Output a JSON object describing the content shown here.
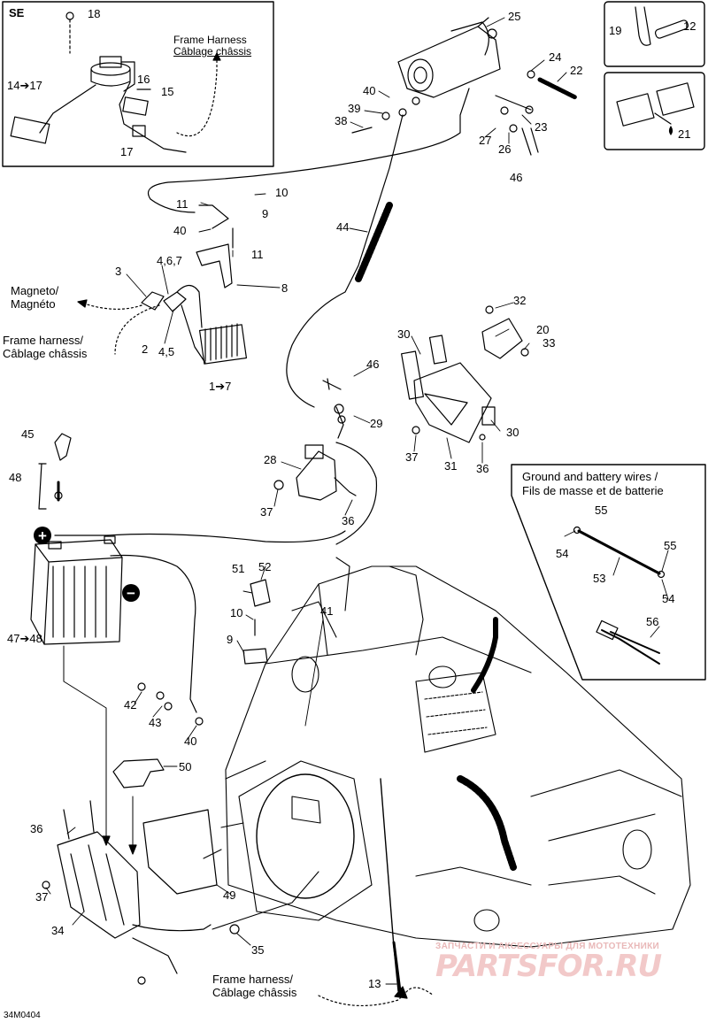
{
  "inset_se": {
    "badge": "SE",
    "frame_harness_en": "Frame Harness",
    "frame_harness_fr": "Câblage châssis",
    "parts": [
      "18",
      "14➔17",
      "16",
      "15",
      "17"
    ]
  },
  "inset_tie": {
    "parts": [
      "19",
      "12"
    ]
  },
  "inset_connector": {
    "parts": [
      "21"
    ]
  },
  "inset_ground": {
    "title_en": "Ground and battery wires /",
    "title_fr": "Fils de masse et de batterie",
    "parts": [
      "55",
      "55",
      "54",
      "53",
      "54",
      "56"
    ]
  },
  "callouts": {
    "magneto_en": "Magneto/",
    "magneto_fr": "Magnéto",
    "frame_harness_en": "Frame harness/",
    "frame_harness_fr": "Câblage châssis",
    "frame_harness_bottom_en": "Frame harness/",
    "frame_harness_bottom_fr": "Câblage châssis"
  },
  "parts": {
    "p25": "25",
    "p24": "24",
    "p22": "22",
    "p23": "23",
    "p40a": "40",
    "p39": "39",
    "p38": "38",
    "p27": "27",
    "p26": "26",
    "p46a": "46",
    "p10a": "10",
    "p11a": "11",
    "p9a": "9",
    "p40b": "40",
    "p11b": "11",
    "p8": "8",
    "p44": "44",
    "p3": "3",
    "p487": "4,6,7",
    "p2": "2",
    "p45b": "4,5",
    "p17r": "1➔7",
    "p32": "32",
    "p20": "20",
    "p33": "33",
    "p30a": "30",
    "p46b": "46",
    "p29": "29",
    "p30b": "30",
    "p37a": "37",
    "p31": "31",
    "p36a": "36",
    "p28": "28",
    "p37b": "37",
    "p36b": "36",
    "p45": "45",
    "p48": "48",
    "p4748": "47➔48",
    "p51": "51",
    "p52": "52",
    "p10b": "10",
    "p9b": "9",
    "p41": "41",
    "p42": "42",
    "p43": "43",
    "p40c": "40",
    "p50": "50",
    "p36c": "36",
    "p37c": "37",
    "p49": "49",
    "p34": "34",
    "p35": "35",
    "p13": "13"
  },
  "symbols": {
    "plus": "+",
    "minus": "−"
  },
  "doc_code": "34M0404",
  "watermark": {
    "top": "ЗАПЧАСТИ И АКСЕССУАРЫ ДЛЯ МОТОТЕХНИКИ",
    "main": "PARTSFOR.RU"
  }
}
